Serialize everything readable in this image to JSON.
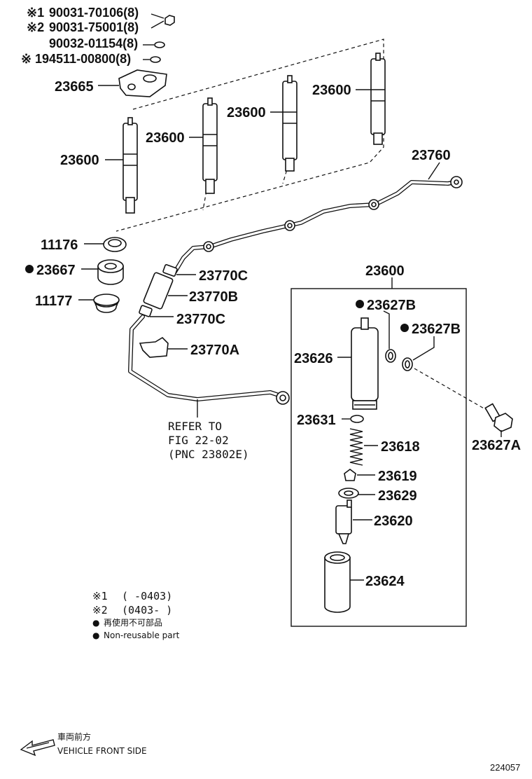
{
  "header_parts": [
    {
      "prefix": "※1",
      "number": "90031-70106(8)"
    },
    {
      "prefix": "※2",
      "number": "90031-75001(8)"
    },
    {
      "prefix": "",
      "number": "90032-01154(8)"
    },
    {
      "prefix": "※",
      "number": "194511-00800(8)"
    }
  ],
  "labels": {
    "p23665": "23665",
    "p23600_a": "23600",
    "p23600_b": "23600",
    "p23600_c": "23600",
    "p23600_d": "23600",
    "p23760": "23760",
    "p11176": "11176",
    "p23667": "23667",
    "p11177": "11177",
    "p23770c_top": "23770C",
    "p23770b": "23770B",
    "p23770c_bot": "23770C",
    "p23770a": "23770A",
    "p23600_box": "23600",
    "p23627b_1": "23627B",
    "p23627b_2": "23627B",
    "p23626": "23626",
    "p23631": "23631",
    "p23618": "23618",
    "p23619": "23619",
    "p23629": "23629",
    "p23620": "23620",
    "p23624": "23624",
    "p23627a": "23627A"
  },
  "refer": {
    "line1": "REFER TO",
    "line2": "FIG 22-02",
    "line3": "(PNC 23802E)"
  },
  "notes": {
    "n1_mark": "※1",
    "n1_text": "(      -0403)",
    "n2_mark": "※2",
    "n2_text": "(0403-      )",
    "bullet": "●",
    "nonreuse_jp": "再使用不可部品",
    "nonreuse_en": "Non-reusable part"
  },
  "front": {
    "jp": "車両前方",
    "en": "VEHICLE FRONT SIDE"
  },
  "illustration_id": "224057",
  "bullet_mark": "●"
}
